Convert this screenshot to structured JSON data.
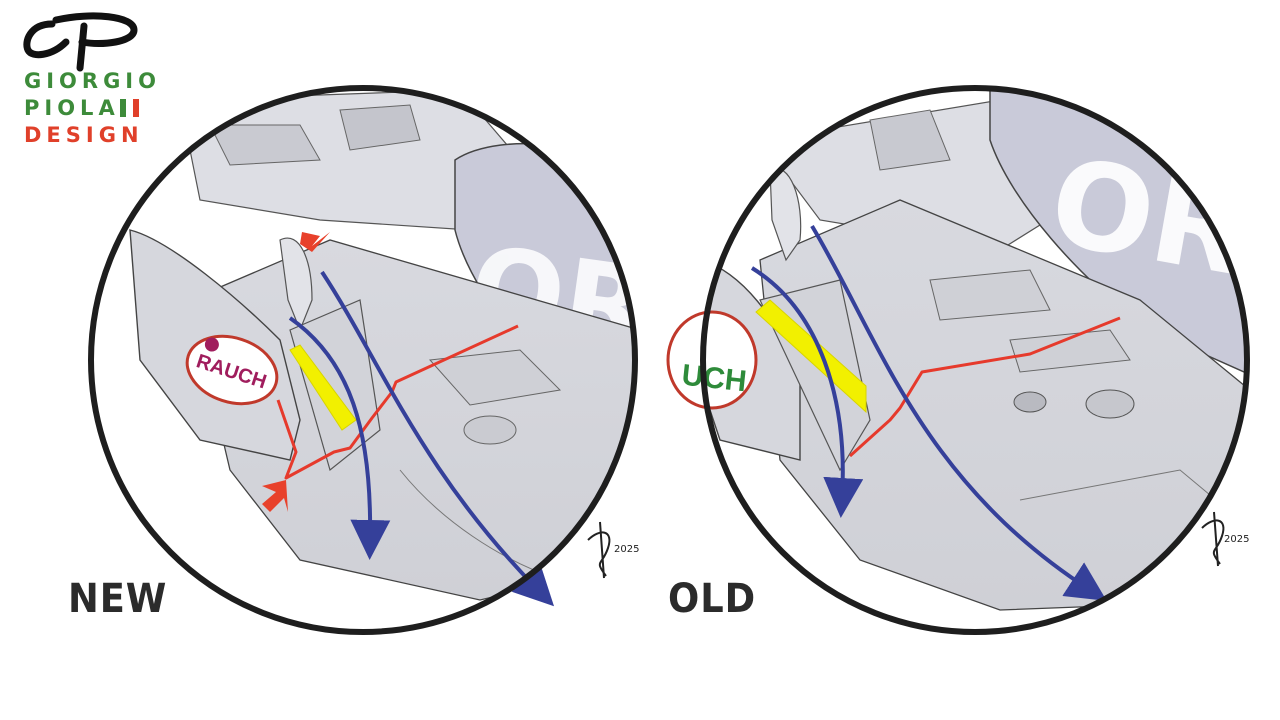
{
  "logo": {
    "lines": [
      "GIORGIO",
      "PIOLA",
      "DESIGN"
    ],
    "colors": {
      "giorgio": "#3d8b3a",
      "piola": "#3d8b3a",
      "design": "#e0402a",
      "mark": "#111111"
    }
  },
  "panels": [
    {
      "label": "NEW",
      "sponsor_text": "RAUCH",
      "signature_year": "2025"
    },
    {
      "label": "OLD",
      "sponsor_text": "UCH",
      "signature_year": "2025"
    }
  ],
  "colors": {
    "circle_border": "#1e1e1e",
    "flow_arrow": "#35409a",
    "edge_line": "#e63a2c",
    "highlight": "#f2f000",
    "callout_arrow": "#e8412b",
    "body_panel": "#dcdde3",
    "sidepod": "#c9cad9"
  }
}
